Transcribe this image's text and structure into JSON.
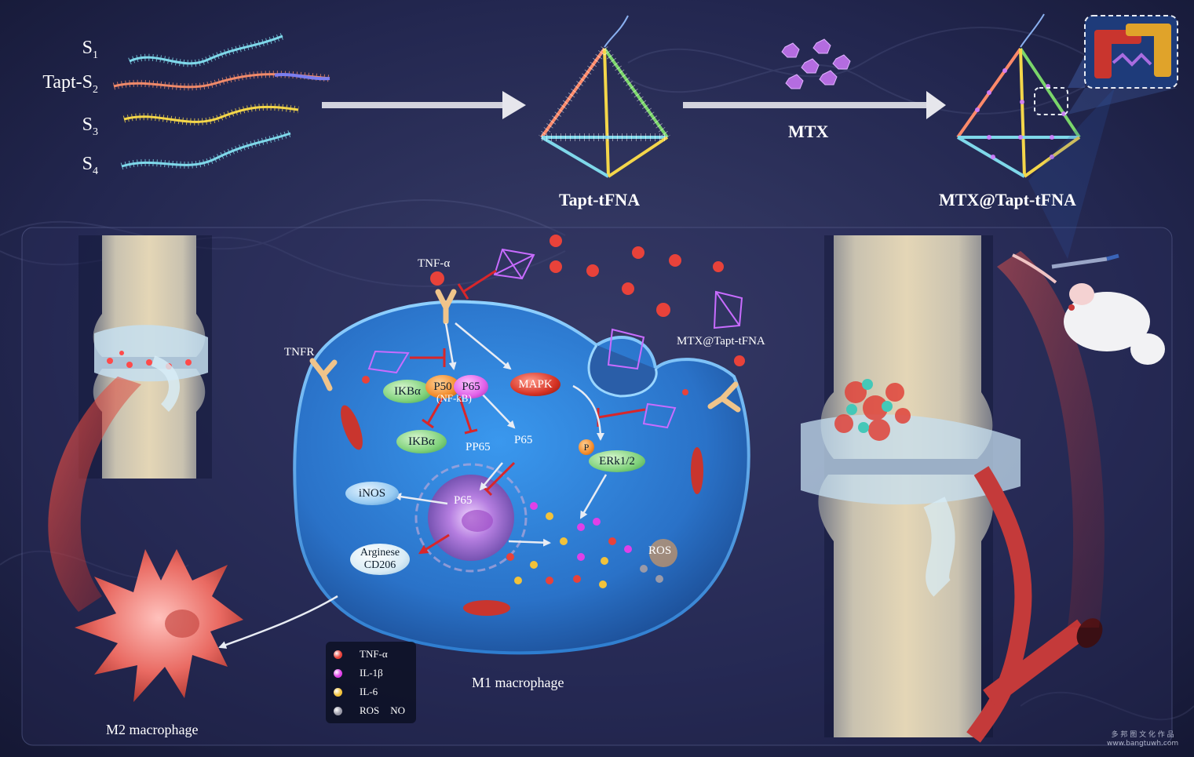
{
  "top": {
    "strands": [
      {
        "base": "S",
        "sub": "1"
      },
      {
        "base": "Tapt-S",
        "sub": "2"
      },
      {
        "base": "S",
        "sub": "3"
      },
      {
        "base": "S",
        "sub": "4"
      }
    ],
    "product1_label": "Tapt-tFNA",
    "drug_label": "MTX",
    "product2_label": "MTX@Tapt-tFNA"
  },
  "cell": {
    "tnf_label": "TNF-α",
    "tnfr_label": "TNFR",
    "complex_ikba": "IKBα",
    "complex_p50": "P50",
    "complex_p65": "P65",
    "complex_nfkb": "(NF-kB)",
    "mapk": "MAPK",
    "ikba_free": "IKBα",
    "pp65": "PP65",
    "p65_cyto": "P65",
    "p_label": "P",
    "erk": "ERk1/2",
    "inos": "iNOS",
    "p65_nucleus": "P65",
    "arginese_line1": "Arginese",
    "arginese_line2": "CD206",
    "ros": "ROS",
    "mtx_particle_label": "MTX@Tapt-tFNA",
    "m1_label": "M1 macrophage",
    "m2_label": "M2 macrophage"
  },
  "legend": {
    "items": [
      {
        "label": "TNF-α",
        "color": "#e8423a"
      },
      {
        "label": "IL-1β",
        "color": "#e040e8"
      },
      {
        "label": "IL-6",
        "color": "#f2c23a"
      },
      {
        "label": "ROS",
        "label2": "NO",
        "color": "#9a9aa8"
      }
    ]
  },
  "watermark": {
    "line1": "多 邦 图 文 化 作 品",
    "line2": "www.bangtuwh.com"
  },
  "colors": {
    "background": "#1b1f3f",
    "cell_blue": "#3e8fe0",
    "arrow_white": "#e8ecf4",
    "inhibit_red": "#d8262a"
  }
}
